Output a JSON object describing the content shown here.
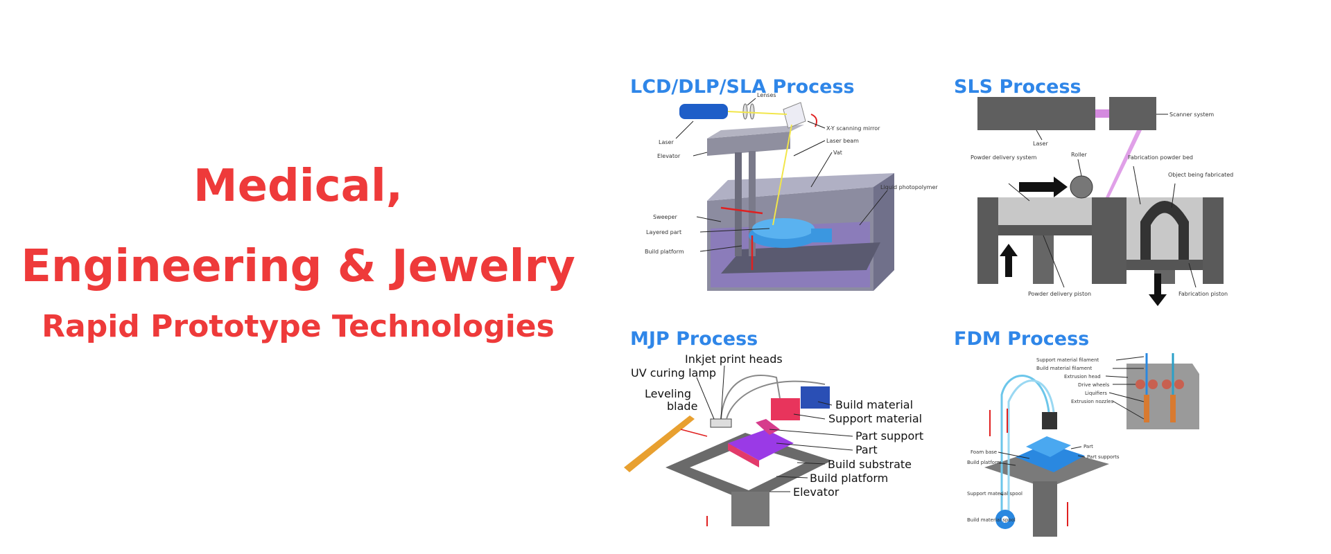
{
  "headline": {
    "line1": "Medical,",
    "line2": "Engineering & Jewelry",
    "line3": "Rapid Prototype Technologies"
  },
  "panels": {
    "lcd": {
      "title": "LCD/DLP/SLA Process",
      "labels": {
        "lenses": "Lenses",
        "laser": "Laser",
        "xy_mirror": "X-Y scanning mirror",
        "laser_beam": "Laser beam",
        "elevator": "Elevator",
        "vat": "Vat",
        "liquid": "Liquid photopolymer",
        "sweeper": "Sweeper",
        "layered_part": "Layered part",
        "build_platform": "Build platform"
      }
    },
    "sls": {
      "title": "SLS Process",
      "labels": {
        "laser": "Laser",
        "scanner": "Scanner system",
        "powder_delivery": "Powder delivery system",
        "roller": "Roller",
        "fab_bed": "Fabrication powder bed",
        "object": "Object being fabricated",
        "powder_piston": "Powder delivery piston",
        "fab_piston": "Fabrication piston"
      }
    },
    "mjp": {
      "title": "MJP Process",
      "labels": {
        "inkjet": "Inkjet print heads",
        "uv_lamp": "UV curing lamp",
        "leveling": "Leveling",
        "blade": "blade",
        "build_material": "Build material",
        "support_material": "Support material",
        "part_support": "Part support",
        "part": "Part",
        "build_substrate": "Build substrate",
        "build_platform": "Build platform",
        "elevator": "Elevator"
      }
    },
    "fdm": {
      "title": "FDM Process",
      "labels": {
        "support_filament": "Support material filament",
        "build_filament": "Build material filament",
        "extrusion_head": "Extrusion head",
        "drive_wheels": "Drive wheels",
        "liquifiers": "Liquifiers",
        "extrusion_nozzles": "Extrusion nozzles",
        "part": "Part",
        "part_supports": "Part supports",
        "foam_base": "Foam base",
        "build_platform": "Build platform",
        "support_spool": "Support material spool",
        "build_spool": "Build material spool"
      }
    }
  }
}
